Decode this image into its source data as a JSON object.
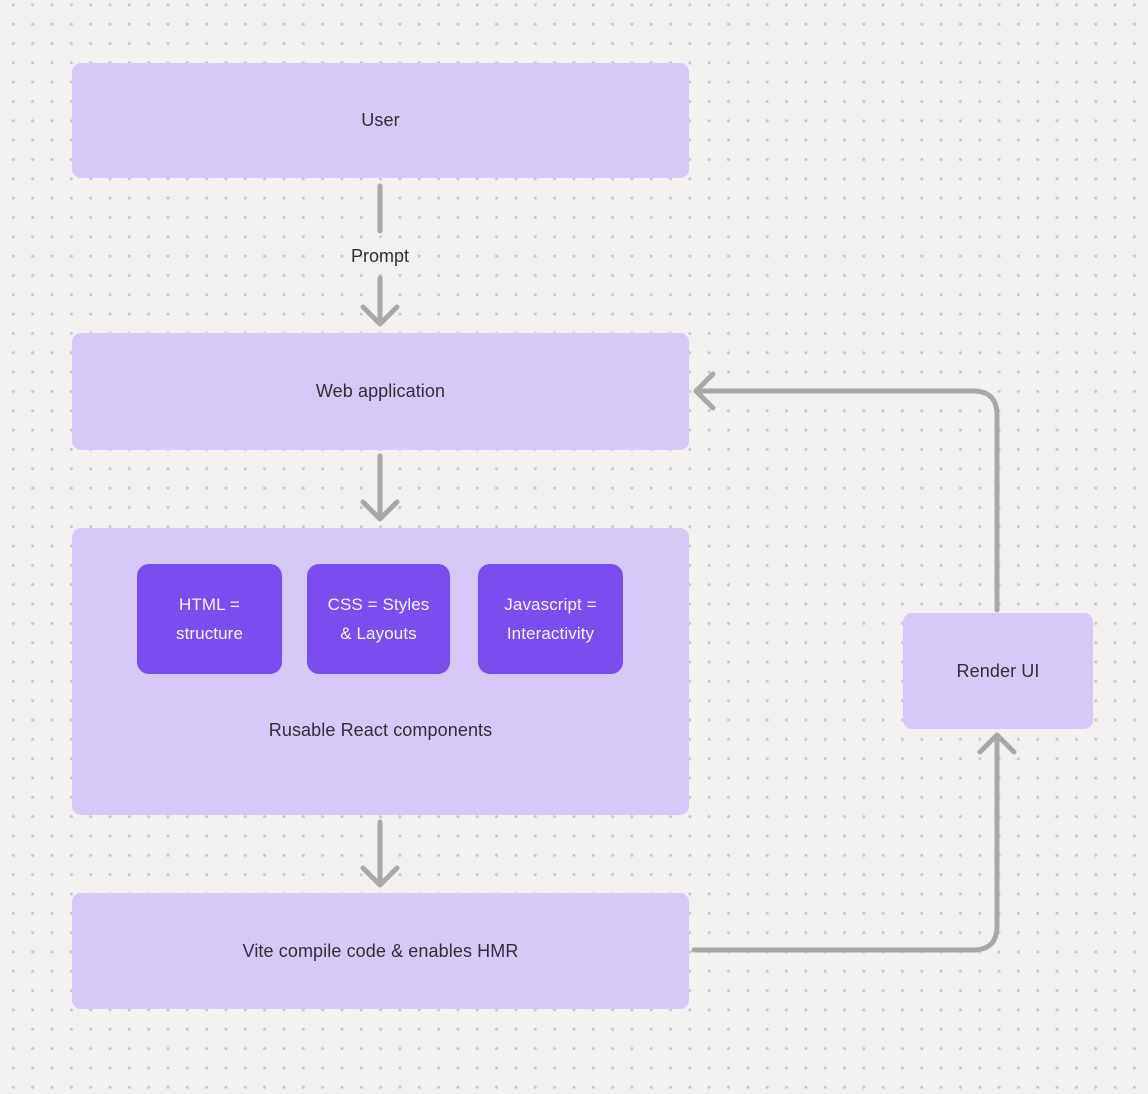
{
  "diagram": {
    "nodes": {
      "user": {
        "label": "User"
      },
      "web_application": {
        "label": "Web application"
      },
      "components_group": {
        "caption": "Rusable React components",
        "items": [
          {
            "lines": [
              "HTML =",
              "structure"
            ]
          },
          {
            "lines": [
              "CSS = Styles",
              "& Layouts"
            ]
          },
          {
            "lines": [
              "Javascript =",
              "Interactivity"
            ]
          }
        ]
      },
      "vite": {
        "label": "Vite compile code & enables HMR"
      },
      "render_ui": {
        "label": "Render UI"
      }
    },
    "edges": {
      "prompt_label": "Prompt"
    },
    "colors": {
      "background": "#f2f1f0",
      "dot_grid": "#c9c7c6",
      "node_light": "#d7c9f7",
      "node_dark": "#7c4dee",
      "connector": "#a9a8a7",
      "text_dark": "#322d3a",
      "text_light": "#f7f4fe"
    }
  }
}
